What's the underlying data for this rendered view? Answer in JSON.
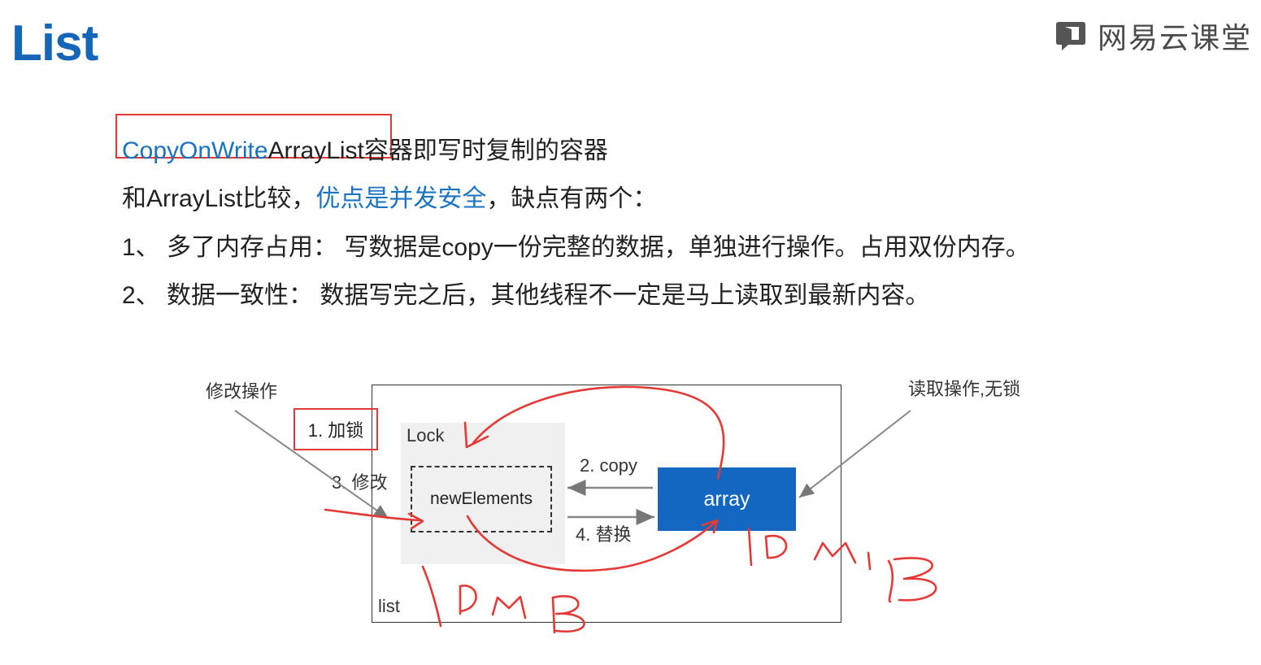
{
  "title": "List",
  "logo": {
    "text": "网易云课堂",
    "icon": "book-icon"
  },
  "text": {
    "line1": {
      "blue_part": "CopyOnWrite",
      "black_part": "ArrayList",
      "rest": "容器即写时复制的容器"
    },
    "line2": {
      "prefix": "和ArrayList比较，",
      "highlight": "优点是并发安全",
      "suffix": "，缺点有两个："
    },
    "line3": "1、 多了内存占用： 写数据是copy一份完整的数据，单独进行操作。占用双份内存。",
    "line4": "2、 数据一致性： 数据写完之后，其他线程不一定是马上读取到最新内容。"
  },
  "diagram": {
    "modify_label": "修改操作",
    "read_label": "读取操作,无锁",
    "step1": "1. 加锁",
    "step2": "2. copy",
    "step3": "3. 修改",
    "step4": "4. 替换",
    "lock_label": "Lock",
    "new_elements": "newElements",
    "array": "array",
    "list_label": "list"
  },
  "colors": {
    "title": "#1565b8",
    "highlight": "#1a73c1",
    "array_fill": "#1367c0",
    "annotation_red": "#e53935"
  }
}
